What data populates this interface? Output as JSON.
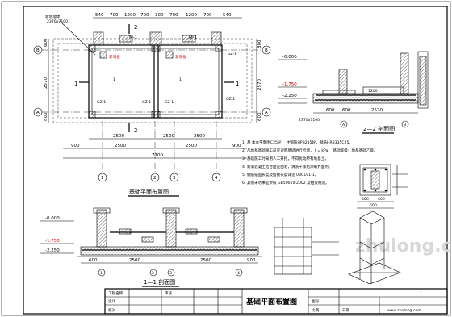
{
  "plan": {
    "title": "基础平面布置图",
    "axes_numbers": [
      "1",
      "2",
      "3",
      "4"
    ],
    "axes_letters": [
      "A",
      "B"
    ],
    "top_dims": [
      "540",
      "700",
      "1200",
      "700",
      "300",
      "700",
      "1200",
      "700",
      "540"
    ],
    "bottom_dims_1": [
      "2500",
      "2500",
      "2500"
    ],
    "bottom_dims_2": [
      "900",
      "2500",
      "2500",
      "900"
    ],
    "total_dim": "7100",
    "left_dims": [
      "600",
      "2570",
      "800"
    ],
    "right_dims": [
      "800",
      "2570",
      "600"
    ],
    "tags": [
      "GZ-1",
      "GZ-1",
      "GZ-1",
      "GZ-1",
      "GZ-1"
    ],
    "section_marks": [
      "1",
      "1",
      "2",
      "2"
    ],
    "room_labels": [
      "1",
      "1"
    ],
    "room_notes": [
      "新增板",
      "新增板"
    ],
    "leader_note": "新增墙体\n2370x7100"
  },
  "section_22": {
    "title": "2—2 剖面图",
    "levels": [
      "-0.000",
      "-1.750",
      "-2.250"
    ],
    "dims": [
      "600",
      "600",
      "2570",
      "1200",
      "2370x7100"
    ]
  },
  "section_11": {
    "title": "1—1 剖面图",
    "levels": [
      "-0.000",
      "-1.750",
      "-2.250"
    ],
    "dims": [
      "600",
      "2500",
      "2500",
      "900"
    ],
    "axes": [
      "1",
      "2",
      "3",
      "4"
    ]
  },
  "notes": {
    "lines": [
      "1. 基 本本平面图C25砼， 柱钢筋HPB235砼，钢筋HRB335C25。",
      "2. 凡地基基础施工前应对原基础进行检测， f = kPa， 基础等级：地基基础乙级。",
      "3. 基础施工时采用人工开挖，不得扰动原有地基土。",
      "4. 新旧混凝土结合面应凿毛，清洗干净后涂刷界面剂。",
      "5. 钢筋锚固长度及搭接长度详见 03G101-1。",
      "6. 其他未尽事宜参照 GB50010-2002 及相关规范。"
    ]
  },
  "detail": {
    "dims": [
      "400",
      "400",
      "600"
    ]
  },
  "title_block": {
    "sheet_title": "基础平面布置图",
    "small_texts": [
      "工程名称",
      "设计",
      "校对",
      "审核",
      "图号",
      "比例",
      "日期",
      "1"
    ]
  },
  "watermark": "zhulong.com",
  "footer_note": "www.zhulong.com"
}
